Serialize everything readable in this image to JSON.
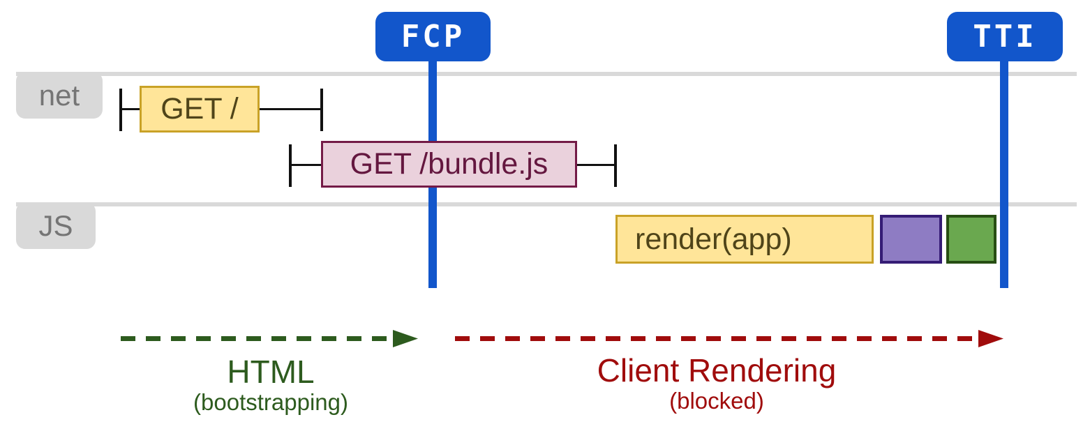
{
  "markers": {
    "fcp": "FCP",
    "tti": "TTI"
  },
  "lanes": {
    "net": "net",
    "js": "JS"
  },
  "tasks": {
    "get_root": "GET /",
    "get_bundle": "GET /bundle.js",
    "render_app": "render(app)"
  },
  "phases": {
    "html": {
      "label": "HTML",
      "sublabel": "(bootstrapping)"
    },
    "client": {
      "label": "Client Rendering",
      "sublabel": "(blocked)"
    }
  },
  "colors": {
    "blue": "#1256cb",
    "lane_gray": "#d9d9d9",
    "label_text": "#757575",
    "yellow_fill": "#ffe599",
    "yellow_border": "#c9a227",
    "yellow_text": "#4f4419",
    "pink_fill": "#ead1dc",
    "pink_border": "#741b47",
    "pink_text": "#64173f",
    "purple_fill": "#8e7cc3",
    "purple_border": "#351c75",
    "green_fill": "#6aa84f",
    "green_border": "#274e13",
    "arrow_green": "#2d5b1e",
    "arrow_red": "#a00c0c"
  }
}
